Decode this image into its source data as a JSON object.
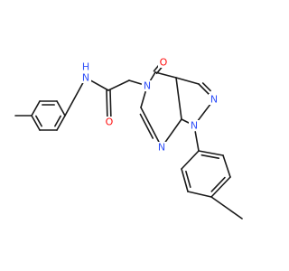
{
  "colors": {
    "bond": "#1a1a1a",
    "nitrogen": "#3050f8",
    "oxygen": "#ff0d0d",
    "carbon": "#1a1a1a",
    "background": "#ffffff"
  },
  "atoms": {
    "amide_n": {
      "element": "N",
      "label": "N"
    },
    "amide_h": {
      "element": "H",
      "label": "H"
    },
    "amide_o": {
      "element": "O",
      "label": "O"
    },
    "ketone_o": {
      "element": "O",
      "label": "O"
    },
    "pyrimidine_n5": {
      "element": "N",
      "label": "N"
    },
    "pyrimidine_n7": {
      "element": "N",
      "label": "N"
    },
    "pyrazole_n1": {
      "element": "N",
      "label": "N"
    },
    "pyrazole_n2": {
      "element": "N",
      "label": "N"
    }
  }
}
